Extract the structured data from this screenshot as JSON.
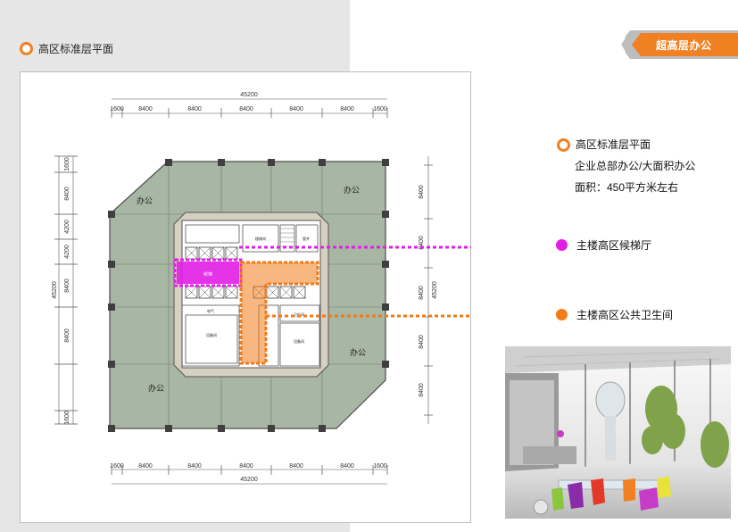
{
  "section_title": "高区标准层平面",
  "banner_label": "超高层办公",
  "colors": {
    "accent": "#f08022",
    "magenta": "#e21ee6",
    "orange": "#f27a17",
    "plan_green": "#a7b7a3"
  },
  "dimensions": {
    "overall": "45200",
    "top_segments": [
      "1600",
      "8400",
      "8400",
      "8400",
      "8400",
      "8400",
      "1600"
    ],
    "left_segments": [
      "1600",
      "8400",
      "4200",
      "4200",
      "8400",
      "8400",
      "1600"
    ],
    "right_segments": [
      "8400",
      "8400",
      "8400",
      "8400",
      "8400"
    ]
  },
  "rooms": {
    "office": "办公",
    "equip": "设备间",
    "elec": "电气",
    "stair": "楼梯间",
    "lobby": "候梯",
    "shaft": "管井",
    "wc": "卫生间"
  },
  "info": {
    "title": "高区标准层平面",
    "line1": "企业总部办公/大面积办公",
    "line2": "面积：450平方米左右"
  },
  "callouts": {
    "lobby": "主楼高区候梯厅",
    "restroom": "主楼高区公共卫生间"
  }
}
